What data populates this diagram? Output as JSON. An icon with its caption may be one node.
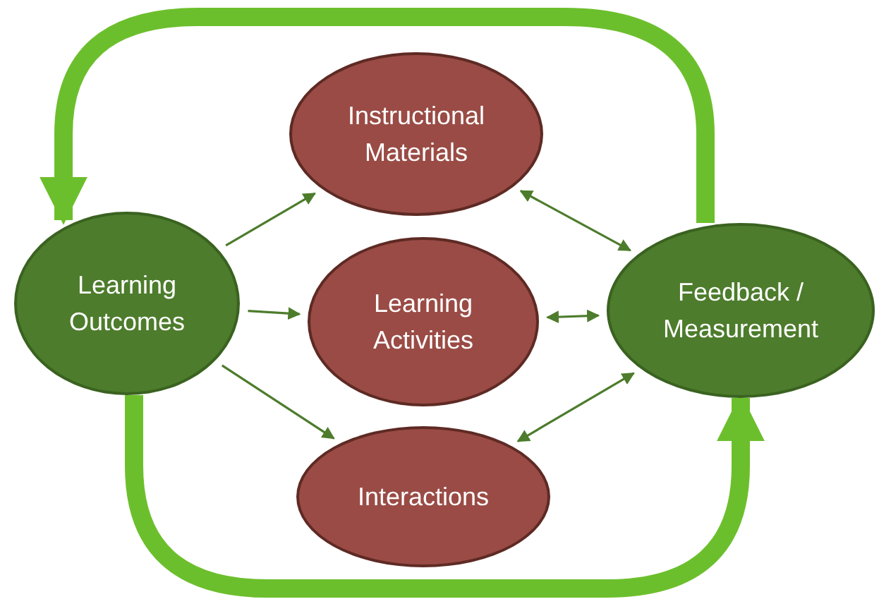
{
  "diagram": {
    "nodes": [
      {
        "text": [
          "Learning Outcomes"
        ]
      },
      {
        "text": [
          "Instructional Materials"
        ]
      },
      {
        "text": [
          "Learning Activities"
        ]
      },
      {
        "text": [
          "Interactions"
        ]
      },
      {
        "text": [
          "Feedback / Measurement"
        ]
      }
    ],
    "edges": [
      {
        "from": 0,
        "to": 1,
        "arrow": "to"
      },
      {
        "from": 0,
        "to": 2,
        "arrow": "to"
      },
      {
        "from": 0,
        "to": 3,
        "arrow": "to"
      },
      {
        "from": 1,
        "to": 4,
        "arrow": "both"
      },
      {
        "from": 2,
        "to": 4,
        "arrow": "both"
      },
      {
        "from": 3,
        "to": 4,
        "arrow": "both"
      },
      {
        "from": 4,
        "to": 0,
        "arrow": "to",
        "style": "thick",
        "color": "#6cbf2c"
      },
      {
        "from": 0,
        "to": 4,
        "arrow": "to",
        "style": "thick",
        "color": "#6cbf2c"
      }
    ]
  }
}
